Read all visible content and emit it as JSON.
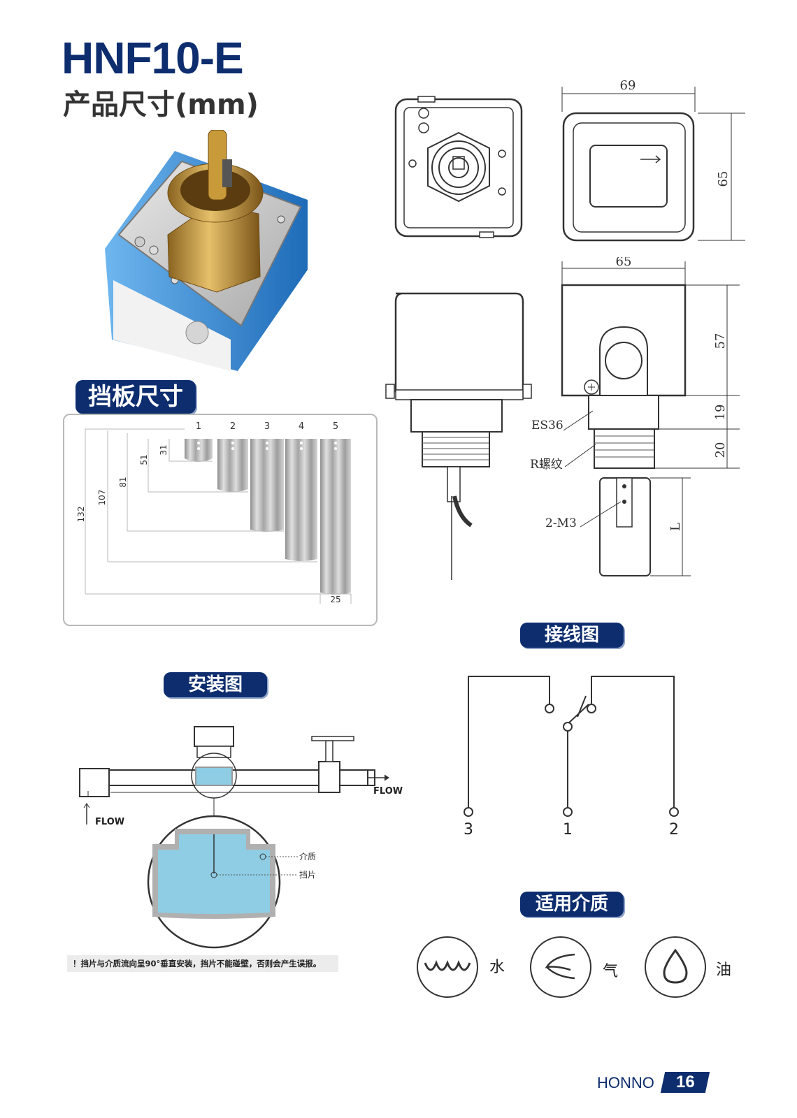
{
  "header": {
    "model": "HNF10-E",
    "subtitle": "产品尺寸(mm)"
  },
  "sections": {
    "baffle_size": "挡板尺寸",
    "installation": "安装图",
    "wiring": "接线图",
    "media": "适用介质"
  },
  "baffle": {
    "numbers": [
      "1",
      "2",
      "3",
      "4",
      "5"
    ],
    "heights": [
      "31",
      "51",
      "81",
      "107",
      "132"
    ],
    "width": "25"
  },
  "drawing": {
    "dim_top_width": "69",
    "dim_top_height": "65",
    "dim_side_width": "65",
    "dim_side_height": "57",
    "dim_nut": "19",
    "dim_thread": "20",
    "label_es": "ES36",
    "label_thread": "R螺纹",
    "label_screw": "2-M3",
    "label_length": "L"
  },
  "install": {
    "flow_out": "FLOW",
    "flow_in": "FLOW",
    "medium": "介质",
    "blade": "挡片",
    "warning": "！挡片与介质流向呈90°垂直安装，挡片不能碰壁，否则会产生误报。"
  },
  "wiring": {
    "terminals": [
      "3",
      "1",
      "2"
    ]
  },
  "media": {
    "water": "水",
    "gas": "气",
    "oil": "油"
  },
  "footer": {
    "brand": "HONNO",
    "page": "16"
  },
  "colors": {
    "brand_navy": "#0d2d6e",
    "fluid_blue": "#8ecde3",
    "product_blue": "#3a8fd6",
    "brass": "#c99a3a"
  }
}
